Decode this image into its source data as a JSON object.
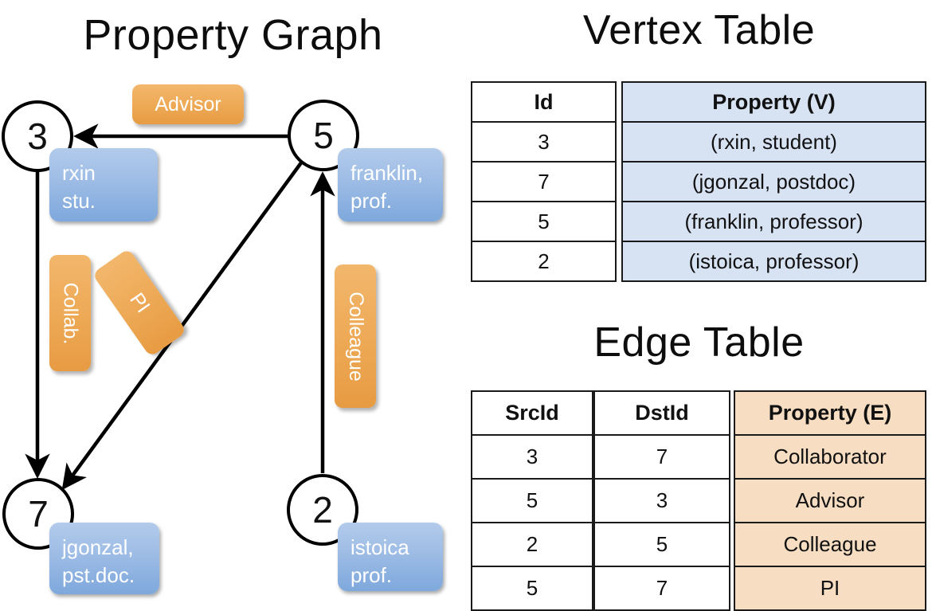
{
  "titles": {
    "property_graph": "Property Graph",
    "vertex_table": "Vertex Table",
    "edge_table": "Edge Table"
  },
  "graph": {
    "nodes": [
      {
        "id": "3",
        "property_label": "rxin\nstu.",
        "line1": "rxin",
        "line2": "stu."
      },
      {
        "id": "5",
        "property_label": "franklin,\nprof.",
        "line1": "franklin,",
        "line2": "prof."
      },
      {
        "id": "7",
        "property_label": "jgonzal,\npst.doc.",
        "line1": "jgonzal,",
        "line2": "pst.doc."
      },
      {
        "id": "2",
        "property_label": "istoica\nprof.",
        "line1": "istoica",
        "line2": "prof."
      }
    ],
    "edges": [
      {
        "src": "5",
        "dst": "3",
        "label": "Advisor"
      },
      {
        "src": "3",
        "dst": "7",
        "label": "Collab."
      },
      {
        "src": "5",
        "dst": "7",
        "label": "PI"
      },
      {
        "src": "2",
        "dst": "5",
        "label": "Colleague"
      }
    ]
  },
  "vertex_table": {
    "headers": {
      "id": "Id",
      "property": "Property (V)"
    },
    "rows": [
      {
        "id": "3",
        "property": "(rxin, student)"
      },
      {
        "id": "7",
        "property": "(jgonzal, postdoc)"
      },
      {
        "id": "5",
        "property": "(franklin, professor)"
      },
      {
        "id": "2",
        "property": "(istoica, professor)"
      }
    ]
  },
  "edge_table": {
    "headers": {
      "src": "SrcId",
      "dst": "DstId",
      "property": "Property (E)"
    },
    "rows": [
      {
        "src": "3",
        "dst": "7",
        "property": "Collaborator"
      },
      {
        "src": "5",
        "dst": "3",
        "property": "Advisor"
      },
      {
        "src": "2",
        "dst": "5",
        "property": "Colleague"
      },
      {
        "src": "5",
        "dst": "7",
        "property": "PI"
      }
    ]
  },
  "colors": {
    "vertex_box": "#9dbce5",
    "edge_box": "#eeaa57",
    "vertex_table_fill": "#d7e2f3",
    "edge_table_fill": "#f7ddc2",
    "stroke": "#000000",
    "background": "#ffffff"
  }
}
